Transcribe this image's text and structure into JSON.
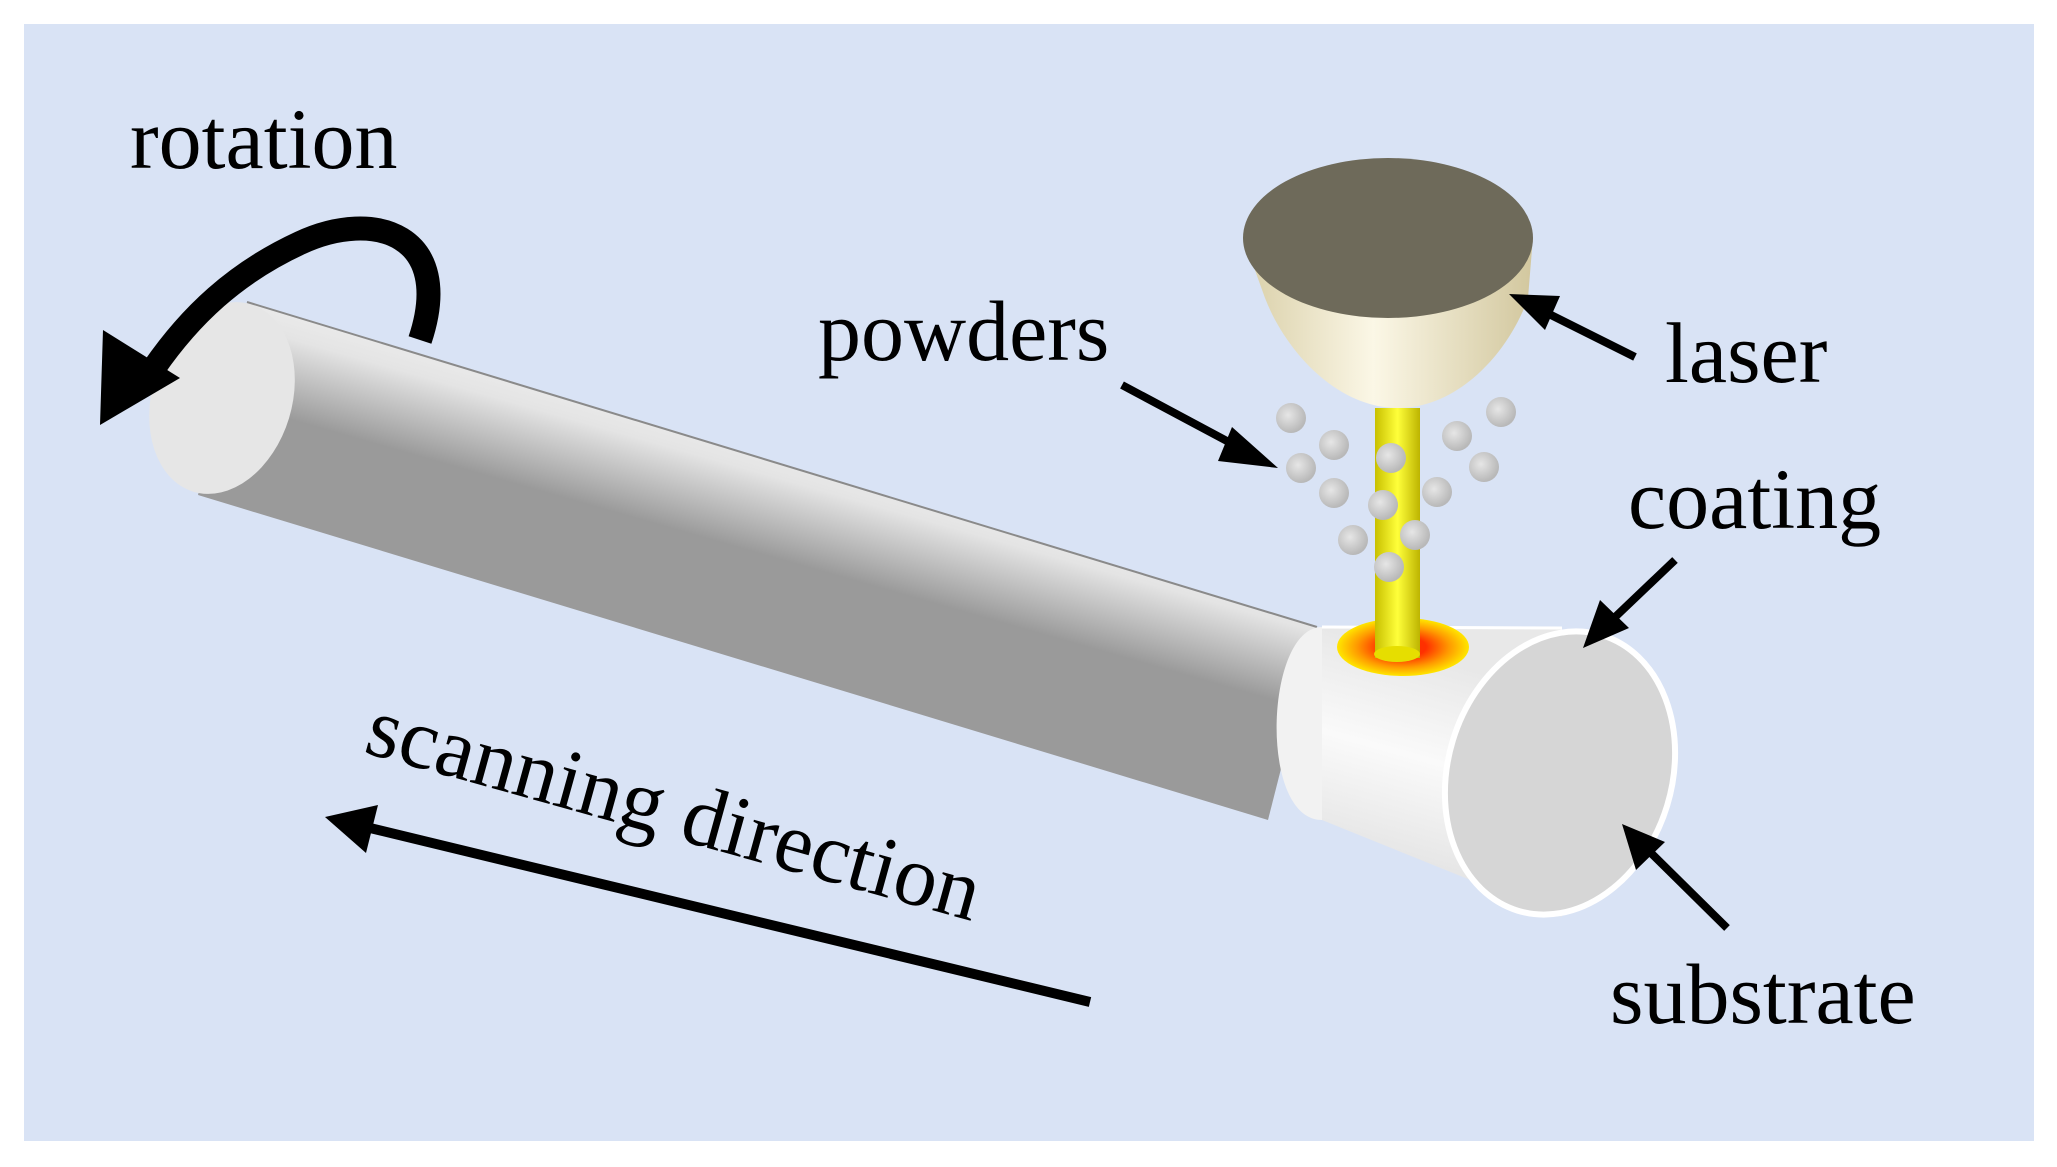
{
  "labels": {
    "rotation": "rotation",
    "powders": "powders",
    "laser": "laser",
    "coating": "coating",
    "substrate": "substrate",
    "scanning_direction": "scanning direction"
  },
  "colors": {
    "background": "#d9e3f5",
    "laser_beam": "#ffff00",
    "powder": "#c6c6c6",
    "nozzle_top": "#6e6a5a",
    "nozzle_body": "#efe6c8",
    "coating": "#f6f6f6",
    "substrate_face": "#d6d6d6",
    "melt_pool": "#e02000"
  },
  "icons": [
    "rotation-arrow-icon",
    "scanning-direction-arrow-icon"
  ]
}
